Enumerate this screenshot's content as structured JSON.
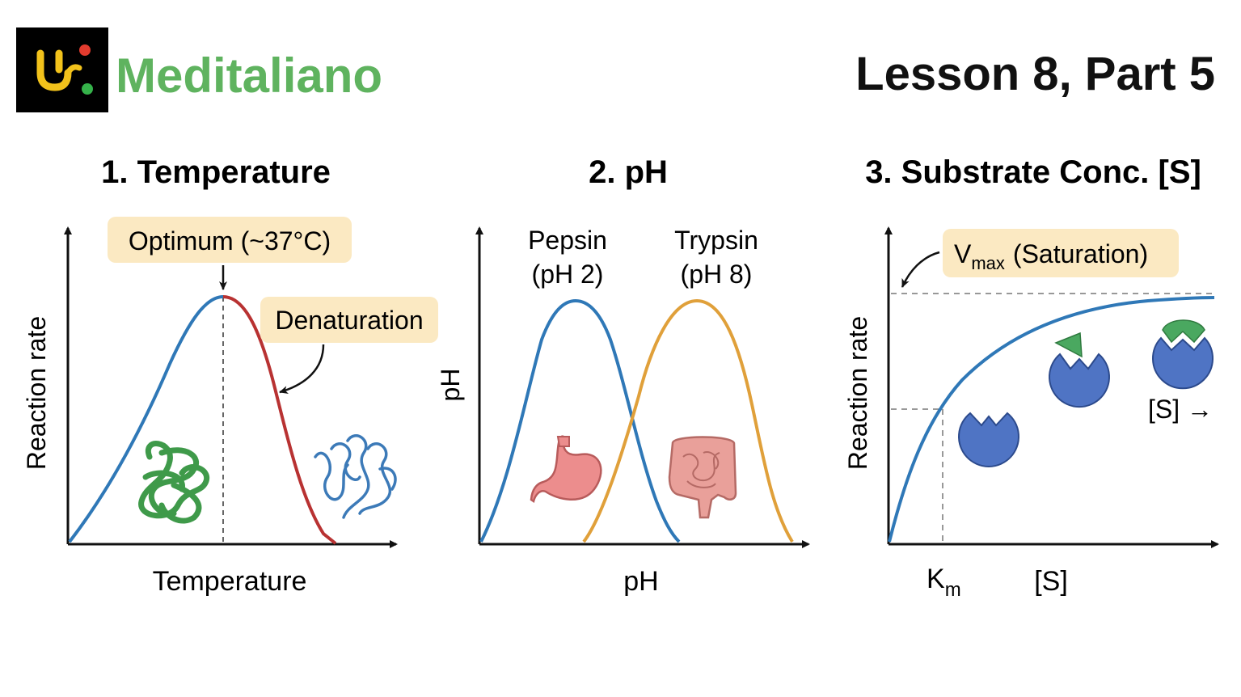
{
  "header": {
    "brand_name": "Meditaliano",
    "lesson_title": "Lesson 8, Part 5",
    "colors": {
      "brand_green": "#5fb35f",
      "logo_bg": "#000000",
      "logo_yellow": "#f2c21b",
      "logo_red": "#e23b2e",
      "logo_green": "#35b24a"
    }
  },
  "panels": {
    "temperature": {
      "title": "1. Temperature",
      "ylabel": "Reaction rate",
      "xlabel": "Temperature",
      "optimum_label": "Optimum (~37°C)",
      "denaturation_label": "Denaturation",
      "colors": {
        "rise": "#2f78b7",
        "fall": "#b83232",
        "folded_protein": "#3f9a4a",
        "unfolded_protein": "#3c7ab8"
      }
    },
    "ph": {
      "title": "2. pH",
      "ylabel": "pH",
      "xlabel": "pH",
      "pepsin_name": "Pepsin",
      "pepsin_ph": "(pH 2)",
      "trypsin_name": "Trypsin",
      "trypsin_ph": "(pH 8)",
      "colors": {
        "pepsin": "#2f78b7",
        "trypsin": "#e0a03a",
        "stomach": "#ec8d8d",
        "intestine": "#e9a09a"
      }
    },
    "substrate": {
      "title": "3. Substrate Conc. [S]",
      "ylabel": "Reaction rate",
      "xlabel": "[S]",
      "vmax_main": "V",
      "vmax_sub": "max",
      "vmax_rest": "(Saturation)",
      "km_main": "K",
      "km_sub": "m",
      "s_arrow_label": "[S] →",
      "colors": {
        "curve": "#2f78b7",
        "enzyme": "#4f74c4",
        "substrate": "#4aa860"
      }
    },
    "label_box_color": "#fbe9c2"
  }
}
